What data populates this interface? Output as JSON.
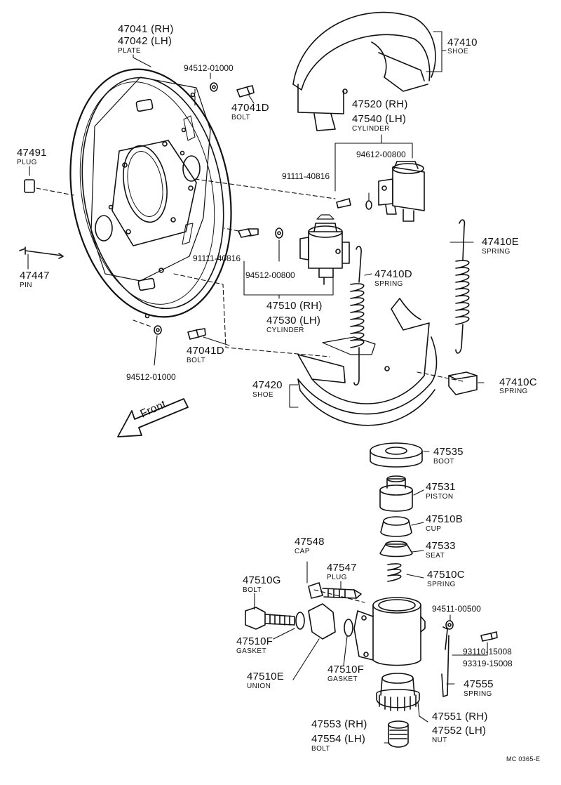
{
  "labels": {
    "plate_rh": "47041 (RH)",
    "plate_lh": "47042 (LH)",
    "plate_name": "PLATE",
    "washer_top": "94512-01000",
    "bolt_top_pn": "47041D",
    "bolt_top_name": "BOLT",
    "plug_pn": "47491",
    "plug_name": "PLUG",
    "pin_pn": "47447",
    "pin_name": "PIN",
    "bolt_mid_pn": "91111-40816",
    "washer_mid": "94512-00800",
    "cyl_rh": "47510 (RH)",
    "cyl_lh": "47530 (LH)",
    "cyl_name": "CYLINDER",
    "bolt_bot_pn": "47041D",
    "bolt_bot_name": "BOLT",
    "washer_bot": "94512-01000",
    "front": "Front",
    "shoe_top_pn": "47410",
    "shoe_top_name": "SHOE",
    "cyl2_rh": "47520 (RH)",
    "cyl2_lh": "47540 (LH)",
    "cyl2_name": "CYLINDER",
    "washer2": "94612-00800",
    "bolt2": "91111-40816",
    "spring_e_pn": "47410E",
    "spring_e_name": "SPRING",
    "spring_d_pn": "47410D",
    "spring_d_name": "SPRING",
    "shoe_bot_pn": "47420",
    "shoe_bot_name": "SHOE",
    "spring_c_pn": "47410C",
    "spring_c_name": "SPRING",
    "boot_pn": "47535",
    "boot_name": "BOOT",
    "piston_pn": "47531",
    "piston_name": "PISTON",
    "cup_pn": "47510B",
    "cup_name": "CUP",
    "seat_pn": "47533",
    "seat_name": "SEAT",
    "spring_c2_pn": "47510C",
    "spring_c2_name": "SPRING",
    "cap_pn": "47548",
    "cap_name": "CAP",
    "bleed_pn": "47547",
    "bleed_name": "PLUG",
    "bolt_g_pn": "47510G",
    "bolt_g_name": "BOLT",
    "gasket1_pn": "47510F",
    "gasket1_name": "GASKET",
    "union_pn": "47510E",
    "union_name": "UNION",
    "gasket2_pn": "47510F",
    "gasket2_name": "GASKET",
    "washer3": "94511-00500",
    "screw_a": "93110-15008",
    "screw_b": "93319-15008",
    "spring_555_pn": "47555",
    "spring_555_name": "SPRING",
    "nut_rh": "47551 (RH)",
    "nut_lh": "47552 (LH)",
    "nut_name": "NUT",
    "bolt_553": "47553 (RH)",
    "bolt_554": "47554 (LH)",
    "bolt_55_name": "BOLT",
    "code": "MC 0365-E"
  }
}
